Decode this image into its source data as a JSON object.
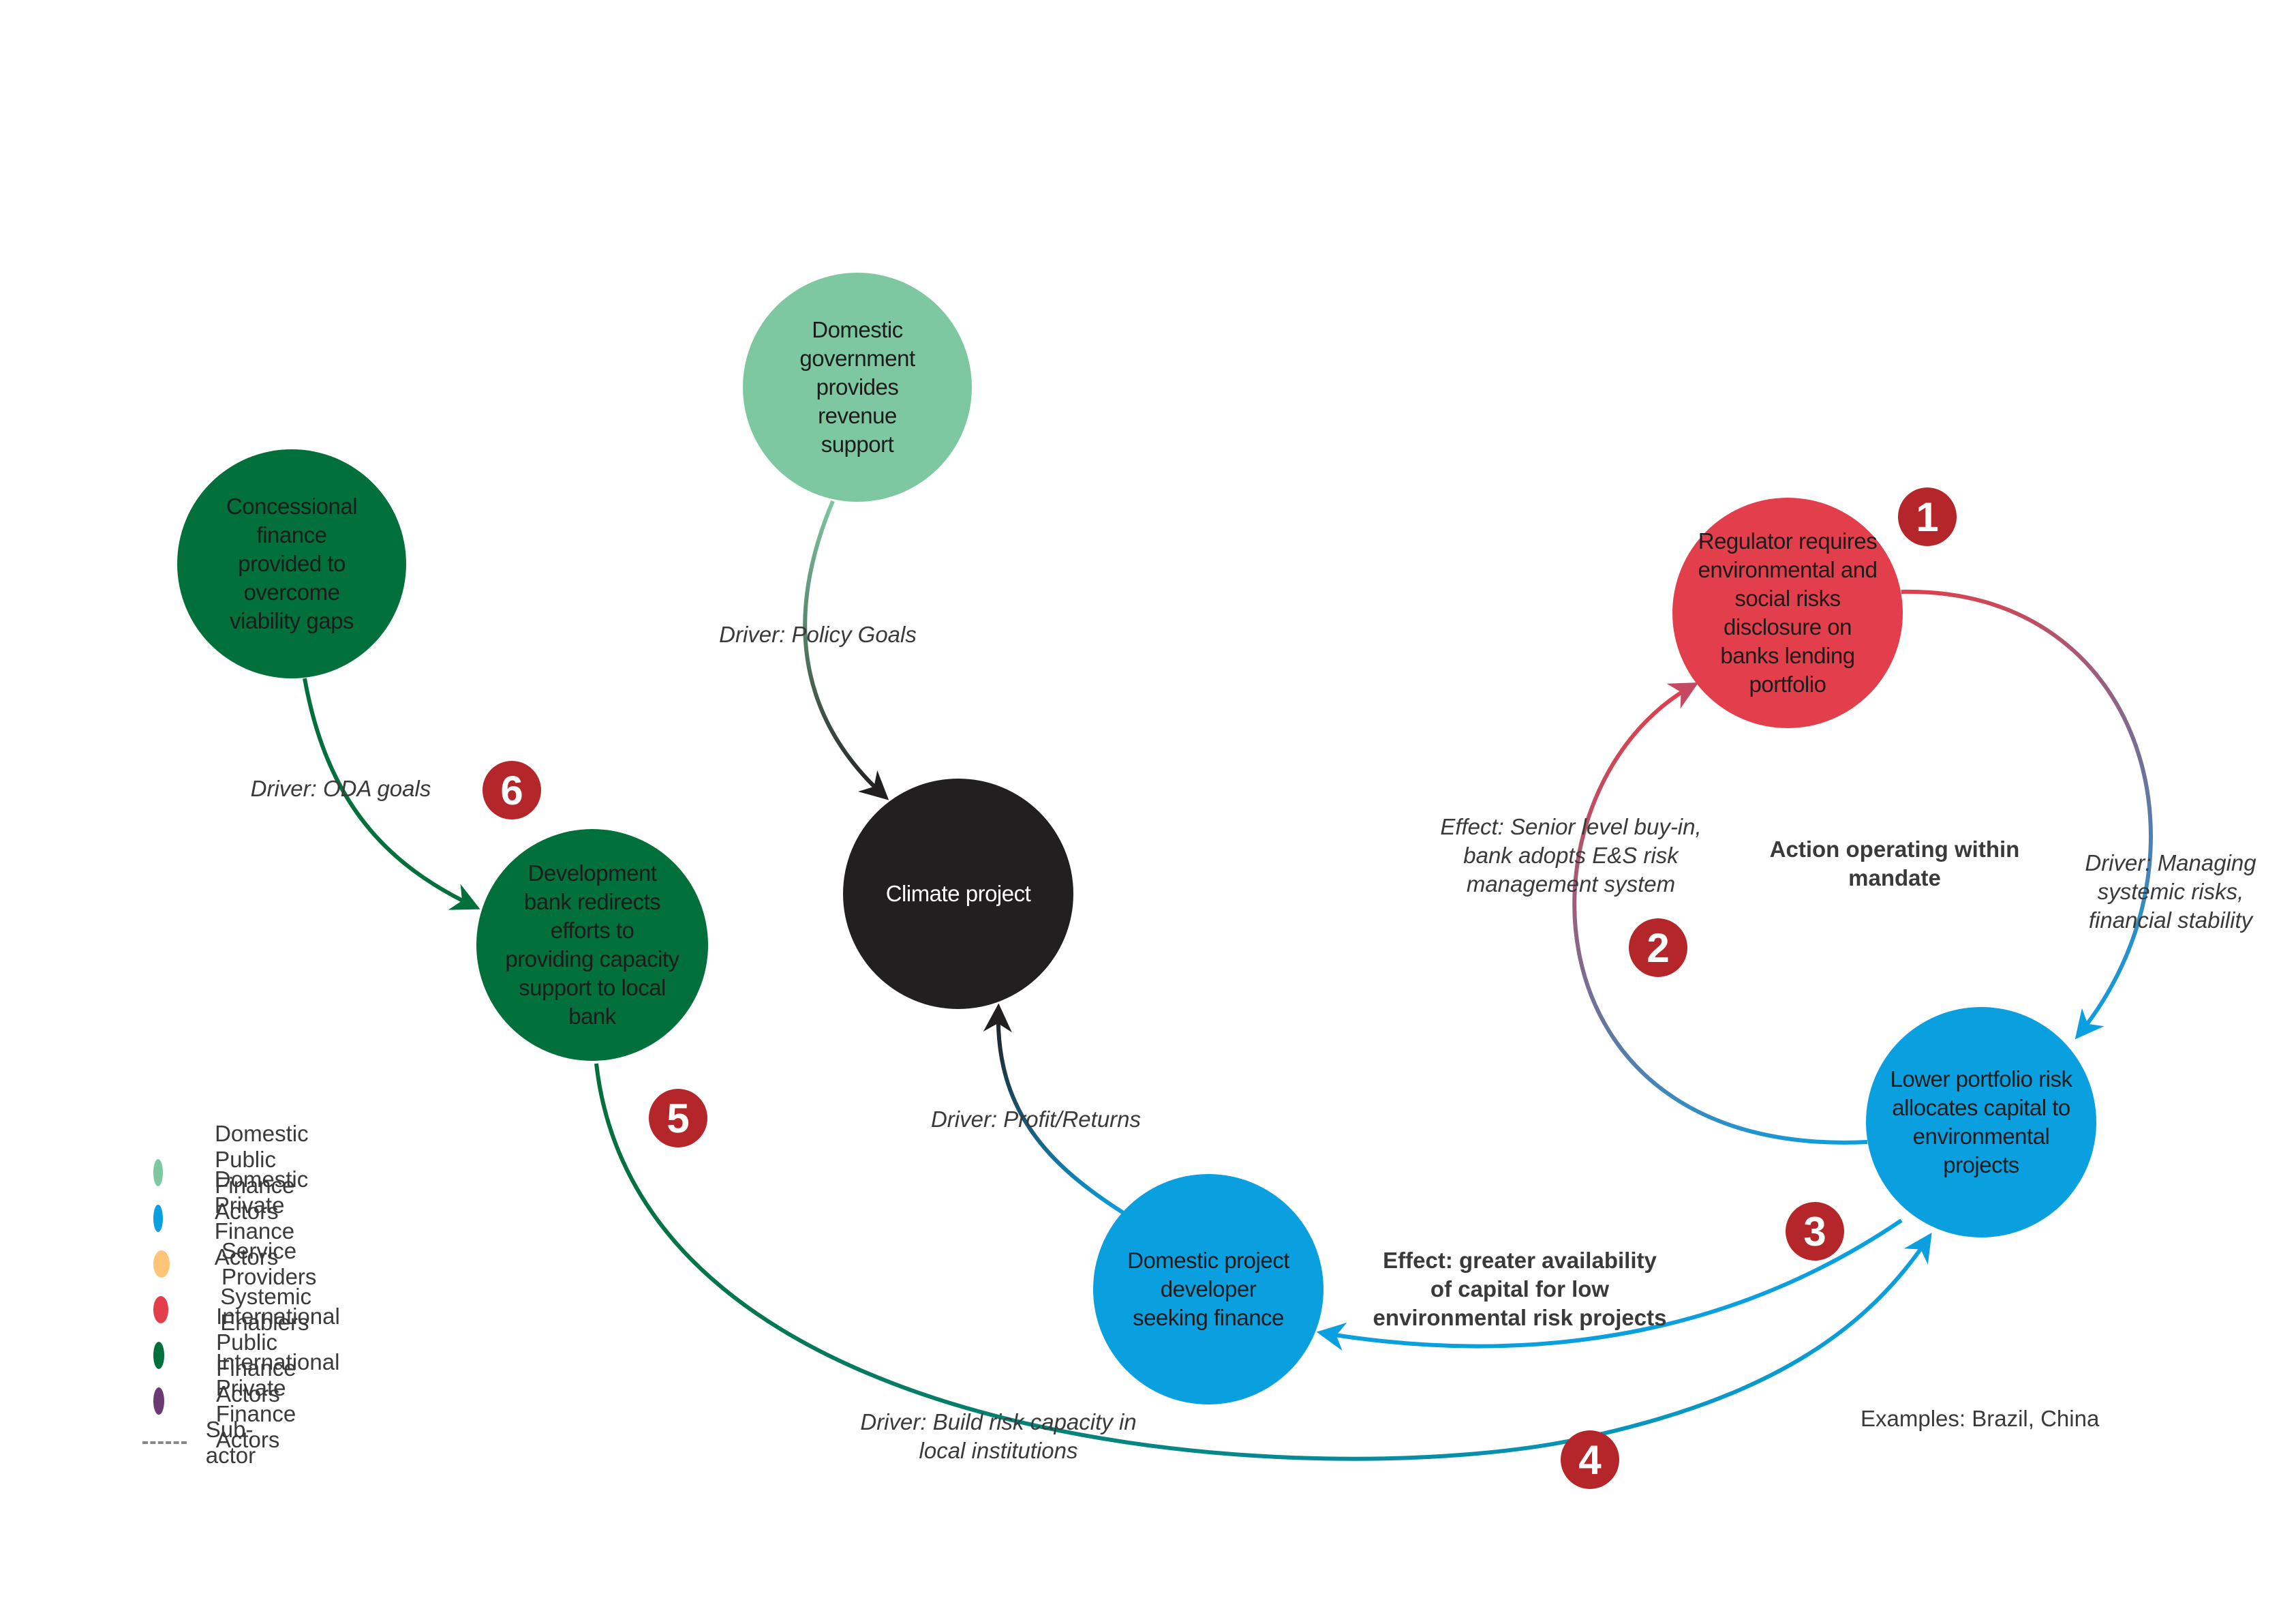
{
  "colors": {
    "domestic_public": "#7dc8a0",
    "domestic_private": "#0a9fdf",
    "service_providers": "#fec478",
    "systemic_enablers": "#e23e4b",
    "international_public": "#02703a",
    "international_private": "#6a3b73",
    "climate_project": "#221f20",
    "badge": "#b5262a"
  },
  "nodes": {
    "domestic_government": "Domestic government provides revenue support",
    "concessional_finance": "Concessional finance provided to overcome viability gaps",
    "development_bank": "Development bank redirects efforts to providing capacity support to local bank",
    "climate_project": "Climate project",
    "regulator": "Regulator requires environmental and social risks disclosure on banks lending portfolio",
    "lower_portfolio_risk": "Lower portfolio risk allocates capital to environmental projects",
    "project_developer": "Domestic project developer seeking finance"
  },
  "labels": {
    "driver_policy_goals": "Driver: Policy Goals",
    "driver_oda_goals": "Driver: ODA goals",
    "driver_profit_returns": "Driver: Profit/Returns",
    "effect_senior_buyin": "Effect: Senior level buy-in,\nbank adopts E&S risk\nmanagement system",
    "action_within_mandate": "Action operating within\nmandate",
    "driver_systemic_risks": "Driver: Managing\nsystemic risks,\nfinancial stability",
    "effect_availability": "Effect: greater availability\nof capital for low\nenvironmental risk projects",
    "driver_build_capacity": "Driver: Build risk capacity in\nlocal institutions",
    "examples": "Examples: Brazil, China"
  },
  "badges": [
    "1",
    "2",
    "3",
    "4",
    "5",
    "6"
  ],
  "legend": [
    {
      "label": "Domestic Public Finance Actors",
      "icon": "circle",
      "color": "#7dc8a0"
    },
    {
      "label": "Domestic Private Finance Actors",
      "icon": "circle",
      "color": "#0a9fdf"
    },
    {
      "label": "Service Providers",
      "icon": "circle",
      "color": "#fec478"
    },
    {
      "label": "Systemic Enablers",
      "icon": "circle",
      "color": "#e23e4b"
    },
    {
      "label": "International Public Finance Actors",
      "icon": "circle",
      "color": "#02703a"
    },
    {
      "label": "International Private Finance Actors",
      "icon": "circle",
      "color": "#6a3b73"
    },
    {
      "label": "Sub-actor",
      "icon": "dashed-line",
      "color": "#888888"
    }
  ]
}
